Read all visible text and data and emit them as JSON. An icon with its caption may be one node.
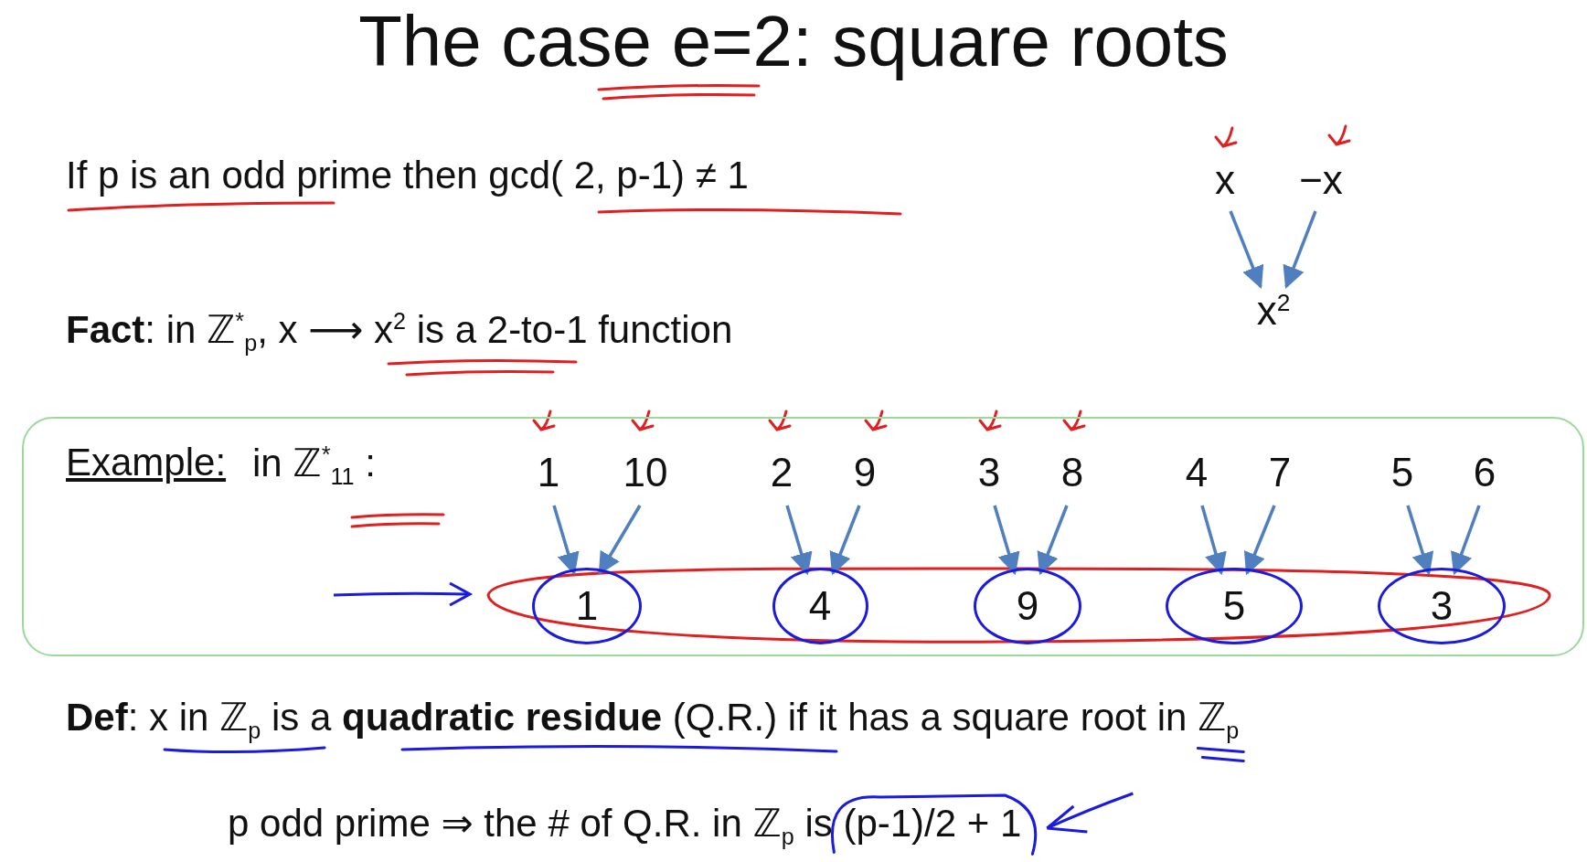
{
  "diagram": {
    "title": "The case e=2: square roots",
    "nodes": [
      {
        "text": [
          "x"
        ]
      },
      {
        "text": [
          "−x"
        ]
      },
      {
        "text": [
          "x$^{2}$"
        ]
      },
      {
        "text": [
          "Example:",
          "in ℤ$^{*}$$_{11}$ :"
        ]
      },
      {
        "text": [
          "1"
        ],
        "in": 3
      },
      {
        "text": [
          "10"
        ],
        "in": 3
      },
      {
        "text": [
          "2"
        ],
        "in": 3
      },
      {
        "text": [
          "9"
        ],
        "in": 3
      },
      {
        "text": [
          "3"
        ],
        "in": 3
      },
      {
        "text": [
          "8"
        ],
        "in": 3
      },
      {
        "text": [
          "4"
        ],
        "in": 3
      },
      {
        "text": [
          "7"
        ],
        "in": 3
      },
      {
        "text": [
          "5"
        ],
        "in": 3
      },
      {
        "text": [
          "6"
        ],
        "in": 3
      },
      {
        "text": [
          "1"
        ],
        "in": 3
      },
      {
        "text": [
          "4"
        ],
        "in": 3
      },
      {
        "text": [
          "9"
        ],
        "in": 3
      },
      {
        "text": [
          "5"
        ],
        "in": 3
      },
      {
        "text": [
          "3"
        ],
        "in": 3
      }
    ],
    "edges": [
      {
        "from": 0,
        "to": 2,
        "arrow": "to"
      },
      {
        "from": 1,
        "to": 2,
        "arrow": "to"
      },
      {
        "from": 4,
        "to": 14,
        "arrow": "to"
      },
      {
        "from": 5,
        "to": 14,
        "arrow": "to"
      },
      {
        "from": 6,
        "to": 15,
        "arrow": "to"
      },
      {
        "from": 7,
        "to": 15,
        "arrow": "to"
      },
      {
        "from": 8,
        "to": 16,
        "arrow": "to"
      },
      {
        "from": 9,
        "to": 16,
        "arrow": "to"
      },
      {
        "from": 10,
        "to": 17,
        "arrow": "to"
      },
      {
        "from": 11,
        "to": 17,
        "arrow": "to"
      },
      {
        "from": 12,
        "to": 18,
        "arrow": "to"
      },
      {
        "from": 13,
        "to": 18,
        "arrow": "to"
      }
    ],
    "labels": [
      "If p is an odd prime then gcd( 2, p-1) ≠ 1",
      "**Fact**: in ℤ$^{*}$$_{p}$, x ⟶ x$^{2}$ is a 2-to-1 function",
      "**Def**: x in ℤ$_{p}$ is a **quadratic residue** (Q.R.) if it has a square root in ℤ$_{p}$",
      "p odd prime ⇒ the # of Q.R. in ℤ$_{p}$ is (p-1)/2 + 1"
    ]
  }
}
